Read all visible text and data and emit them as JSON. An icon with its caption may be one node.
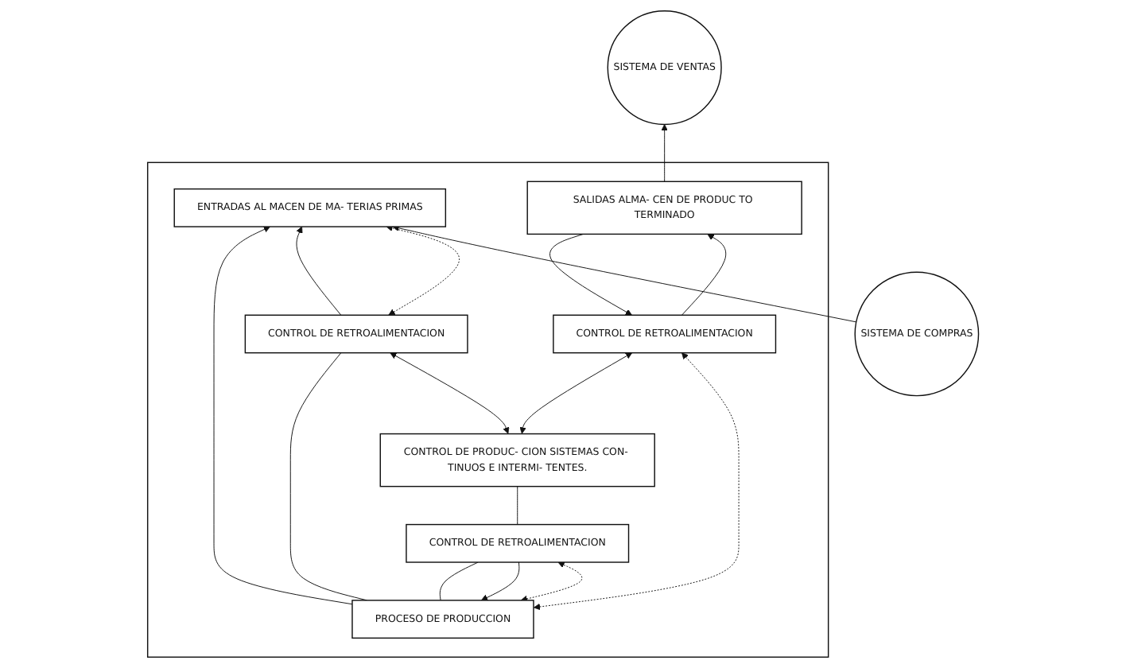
{
  "diagram": {
    "nodes": [
      {
        "text": [],
        "shape": "box"
      },
      {
        "text": [
          "ENTRADAS AL MACEN DE MA- TERIAS PRIMAS"
        ],
        "in": 0
      },
      {
        "text": [
          "PROCESO DE PRODUCCION"
        ],
        "in": 0
      },
      {
        "text": [
          "SALIDAS ALMA- CEN DE PRODUC TO TERMINADO"
        ],
        "in": 0
      },
      {
        "text": [
          "SISTEMA DE COMPRAS"
        ]
      },
      {
        "text": [
          "CONTROL DE RETROALIMENTACION"
        ],
        "in": 0
      },
      {
        "text": [
          "CONTROL DE RETROALIMENTACION"
        ],
        "in": 0
      },
      {
        "text": [
          "CONTROL DE RETROALIMENTACION"
        ],
        "in": 0
      },
      {
        "text": [
          "SISTEMA DE VENTAS"
        ]
      },
      {
        "text": [
          "CONTROL DE PRODUC- CION SISTEMAS CON- TINUOS E INTERMI- TENTES."
        ],
        "in": 0
      }
    ],
    "edges": [
      {
        "from": 4,
        "to": 1,
        "arrow": "to"
      },
      {
        "from": 5,
        "to": 1,
        "arrow": "both",
        "style": "dashed"
      },
      {
        "from": 5,
        "to": 1,
        "arrow": "to"
      },
      {
        "from": 2,
        "to": 1,
        "arrow": "to"
      },
      {
        "from": 5,
        "to": 2,
        "arrow": "none"
      },
      {
        "from": 2,
        "to": 6,
        "arrow": "both",
        "style": "dashed"
      },
      {
        "from": 6,
        "to": 2,
        "arrow": "to"
      },
      {
        "from": 6,
        "to": 2,
        "arrow": "none"
      },
      {
        "from": 2,
        "to": 7,
        "arrow": "both",
        "style": "dashed"
      },
      {
        "from": 7,
        "to": 3,
        "arrow": "to"
      },
      {
        "from": 3,
        "to": 8,
        "arrow": "to"
      },
      {
        "from": 3,
        "to": 7,
        "arrow": "to"
      },
      {
        "from": 6,
        "to": 9,
        "arrow": "none"
      },
      {
        "from": 9,
        "to": 5,
        "arrow": "both"
      },
      {
        "from": 9,
        "to": 7,
        "arrow": "both"
      }
    ]
  }
}
